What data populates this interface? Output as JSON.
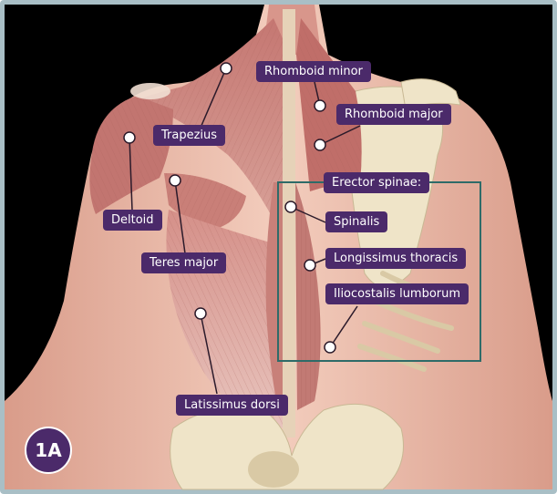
{
  "figure": {
    "badge": "1A"
  },
  "labels": {
    "trapezius": "Trapezius",
    "rhomboid_minor": "Rhomboid minor",
    "rhomboid_major": "Rhomboid major",
    "deltoid": "Deltoid",
    "teres_major": "Teres major",
    "erector_spinae": "Erector spinae:",
    "spinalis": "Spinalis",
    "longissimus_thoracis": "Longissimus thoracis",
    "iliocostalis_lumborum": "Iliocostalis lumborum",
    "latissimus_dorsi": "Latissimus dorsi"
  },
  "colors": {
    "label_bg": "#4b2a6a",
    "label_text": "#ffffff",
    "background": "#000000",
    "frame": "#a9bfc6",
    "skin": "#edc2b0",
    "muscle": "#c9817b",
    "bone": "#efe4c8",
    "inset_box": "#2e6b68"
  }
}
